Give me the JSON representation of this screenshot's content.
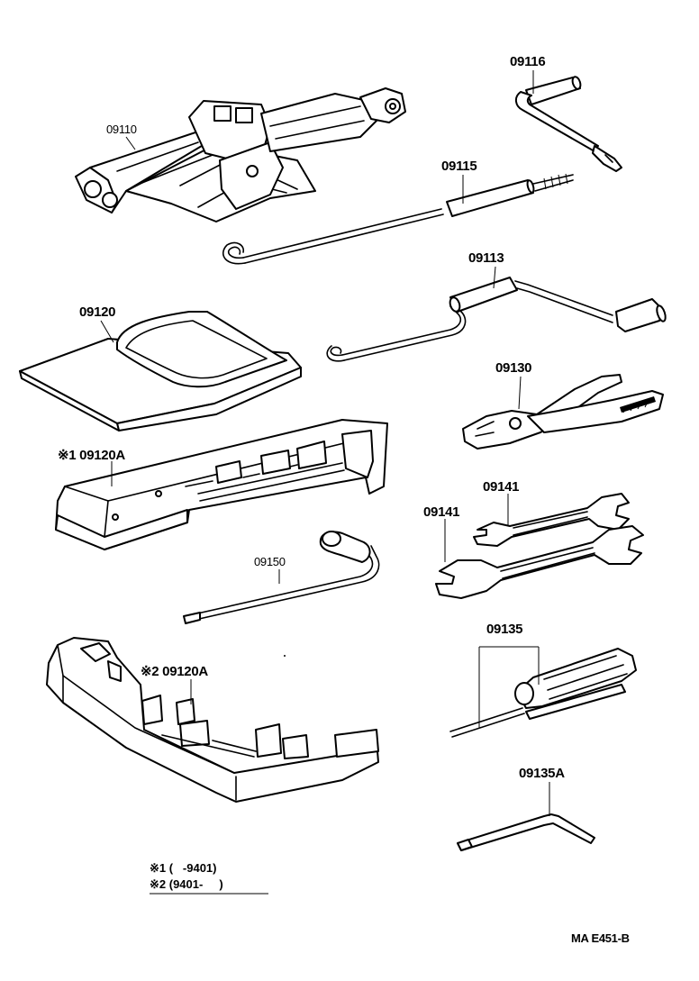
{
  "parts": {
    "p09116": "09116",
    "p09110": "09110",
    "p09115": "09115",
    "p09113": "09113",
    "p09120": "09120",
    "p09130": "09130",
    "p09120A_1": "※1 09120A",
    "p09141_a": "09141",
    "p09141_b": "09141",
    "p09150": "09150",
    "p09120A_2": "※2 09120A",
    "p09135": "09135",
    "p09135A": "09135A"
  },
  "notes": {
    "note1": "※1 (   -9401)",
    "note2": "※2 (9401-     )"
  },
  "footer": {
    "code": "MA  E451-B"
  }
}
